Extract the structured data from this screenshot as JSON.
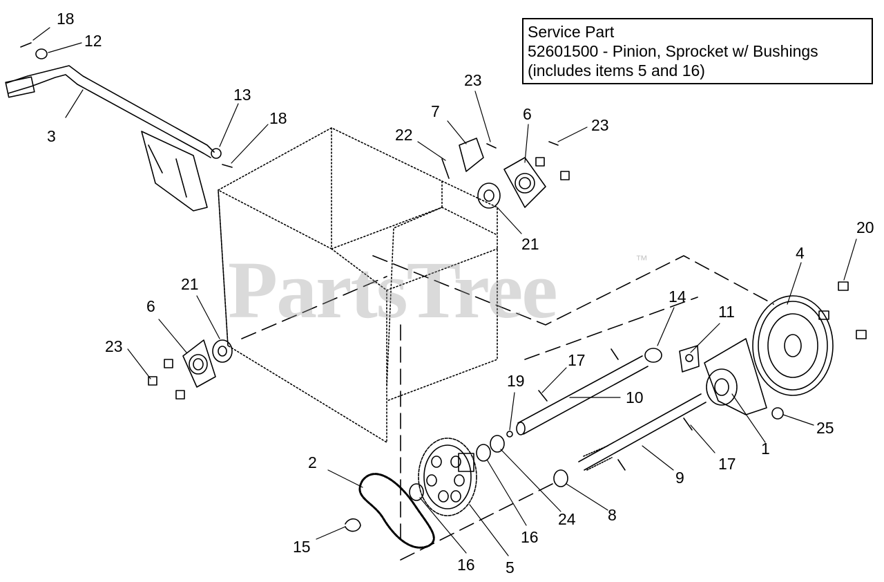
{
  "service_box": {
    "line1": "Service Part",
    "line2": "52601500 - Pinion, Sprocket w/ Bushings",
    "line3": "(includes items 5 and 16)"
  },
  "watermark": {
    "text": "PartsTree",
    "tm": "™"
  },
  "callouts": {
    "c18a": "18",
    "c12": "12",
    "c3": "3",
    "c13": "13",
    "c18b": "18",
    "c22": "22",
    "c7": "7",
    "c23a": "23",
    "c6a": "6",
    "c23b": "23",
    "c21a": "21",
    "c20": "20",
    "c4": "4",
    "c21b": "21",
    "c6b": "6",
    "c23c": "23",
    "c14": "14",
    "c11": "11",
    "c17a": "17",
    "c10": "10",
    "c19": "19",
    "c2": "2",
    "c25": "25",
    "c1": "1",
    "c17b": "17",
    "c9": "9",
    "c24": "24",
    "c8": "8",
    "c16a": "16",
    "c16b": "16",
    "c15": "15",
    "c5": "5"
  }
}
